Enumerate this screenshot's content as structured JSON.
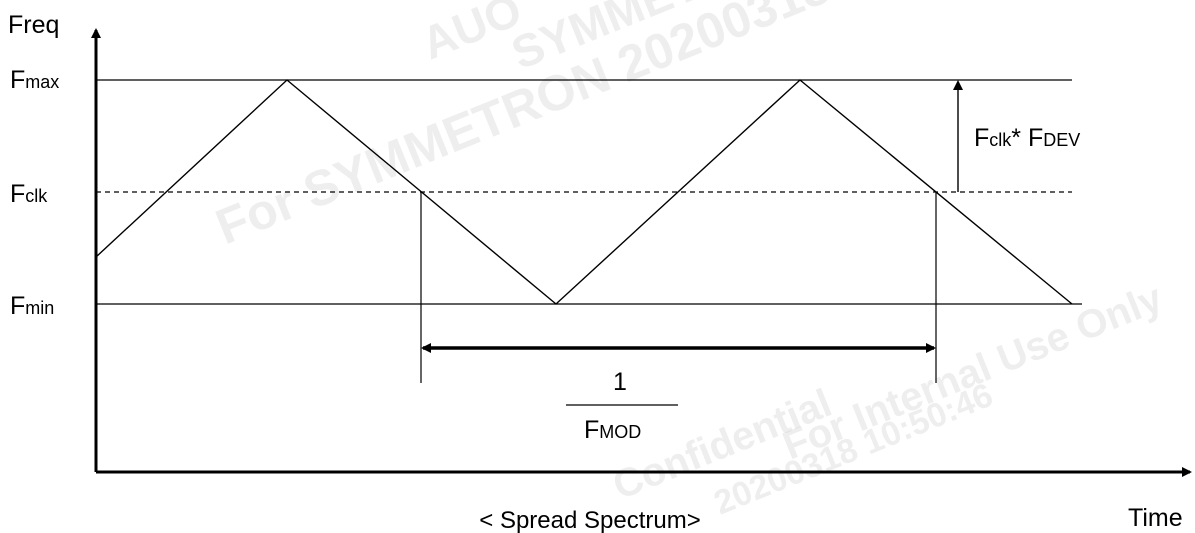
{
  "watermarks": [
    "AUO",
    "SYMMETRON",
    "For SYMMETRON 20200318 10:50:46",
    "Confidential",
    "For Internal Use Only",
    "20200318 10:50:46"
  ],
  "axes": {
    "y_label": "Freq",
    "x_label": "Time"
  },
  "levels": {
    "fmax": {
      "main": "F",
      "sub": "max"
    },
    "fclk": {
      "main": "F",
      "sub": "clk"
    },
    "fmin": {
      "main": "F",
      "sub": "min"
    }
  },
  "deviation_label": {
    "f1": "F",
    "s1": "clk",
    "mid": "* F",
    "s2": "DEV"
  },
  "period_label": {
    "numerator": "1",
    "main": "F",
    "sub": "MOD"
  },
  "caption": "< Spread Spectrum>"
}
